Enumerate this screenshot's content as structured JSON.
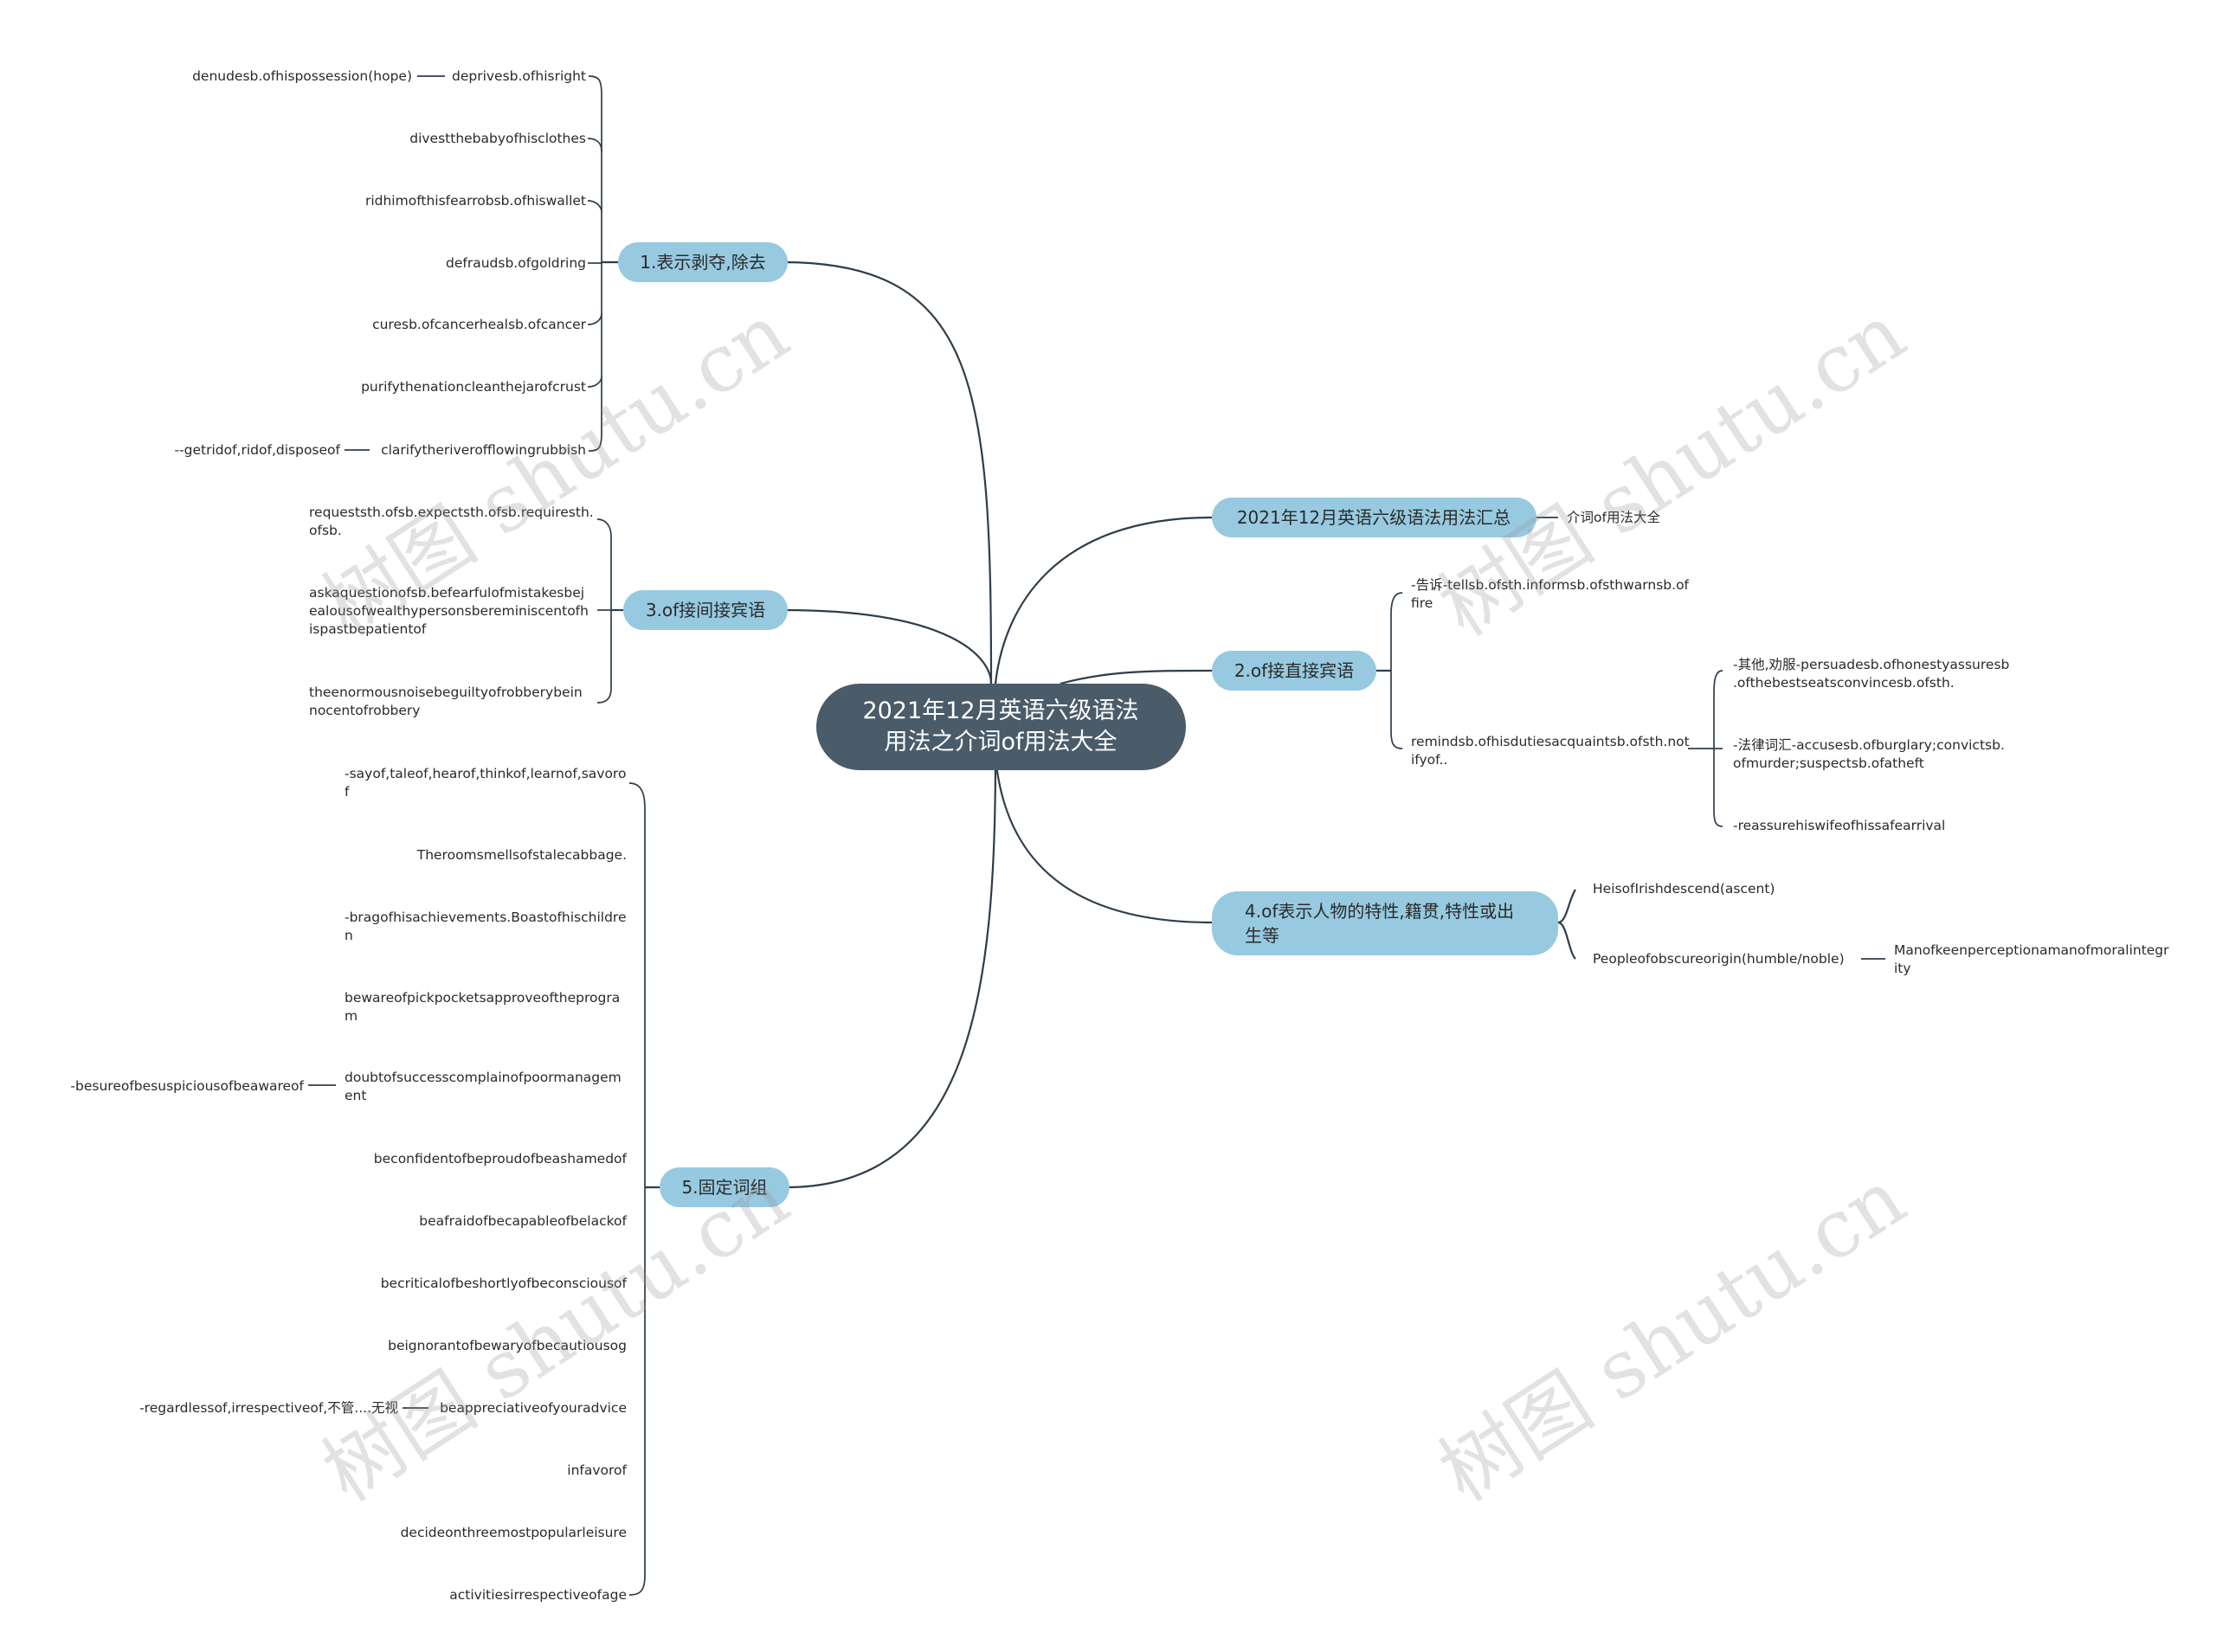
{
  "root": {
    "lines": [
      "2021年12月英语六级语法",
      "用法之介词of用法大全"
    ]
  },
  "branches": {
    "b_summary": {
      "label": "2021年12月英语六级语法用法汇总"
    },
    "b1": {
      "label": "1.表示剥夺,除去"
    },
    "b2": {
      "label": "2.of接直接宾语"
    },
    "b3": {
      "label": "3.of接间接宾语"
    },
    "b4": {
      "lines": [
        "4.of表示人物的特性,籍贯,特性或出",
        "生等"
      ]
    },
    "b5": {
      "label": "5.固定词组"
    }
  },
  "leaves": {
    "summary_child": "介词of用法大全",
    "b1": [
      "deprivesb.ofhisright",
      "divestthebabyofhisclothes",
      "ridhimofthisfearrobsb.ofhiswallet",
      "defraudsb.ofgoldring",
      "curesb.ofcancerhealsb.ofcancer",
      "purifythenationcleanthejarofcrust",
      "clarifytheriverofflowingrubbish"
    ],
    "b1_sub": {
      "denude": "denudesb.ofhispossession(hope)",
      "getrid": "--getridof,ridof,disposeof"
    },
    "b2": {
      "tell": [
        "-告诉-tellsb.ofsth.informsb.ofsthwarnsb.of",
        "fire"
      ],
      "remind": [
        "remindsb.ofhisdutiesacquaintsb.ofsth.not",
        "ifyof.."
      ],
      "persuade": [
        "-其他,劝服-persuadesb.ofhonestyassuresb",
        ".ofthebestseatsconvincesb.ofsth."
      ],
      "legal": [
        "-法律词汇-accusesb.ofburglary;convictsb.",
        "ofmurder;suspectsb.ofatheft"
      ],
      "reassure": "-reassurehiswifeofhissafearrival"
    },
    "b3": [
      [
        "requeststh.ofsb.expectsth.ofsb.requiresth.",
        "ofsb."
      ],
      [
        "askaquestionofsb.befearfulofmistakesbej",
        "ealousofwealthypersonsbereminiscentofh",
        "ispastbepatientof"
      ],
      [
        "theenormousnoisebeguiltyofrobberybein",
        "nocentofrobbery"
      ]
    ],
    "b4": {
      "irish": "HeisofIrishdescend(ascent)",
      "obscure": "Peopleofobscureorigin(humble/noble)",
      "keen": [
        "Manofkeenperceptionamanofmoralintegr",
        "ity"
      ]
    },
    "b5": [
      [
        "-sayof,taleof,hearof,thinkof,learnof,savoro",
        "f"
      ],
      [
        "Theroomsmellsofstalecabbage."
      ],
      [
        "-bragofhisachievements.Boastofhischildre",
        "n"
      ],
      [
        "bewareofpickpocketsapproveoftheprogra",
        "m"
      ],
      [
        "doubtofsuccesscomplainofpoormanagem",
        "ent"
      ],
      [
        "beconfidentofbeproudofbeashamedof"
      ],
      [
        "beafraidofbecapableofbelackof"
      ],
      [
        "becriticalofbeshortlyofbeconsciousof"
      ],
      [
        "beignorantofbewaryofbecautiousog"
      ],
      [
        "beappreciativeofyouradvice"
      ],
      [
        "infavorof"
      ],
      [
        "decideonthreemostpopularleisure"
      ],
      [
        "activitiesirrespectiveofage"
      ]
    ],
    "b5_sub": {
      "besure": "-besureofbesuspiciousofbeawareof",
      "regardless": "-regardlessof,irrespectiveof,不管....无视"
    }
  },
  "watermark": "树图 shutu.cn"
}
